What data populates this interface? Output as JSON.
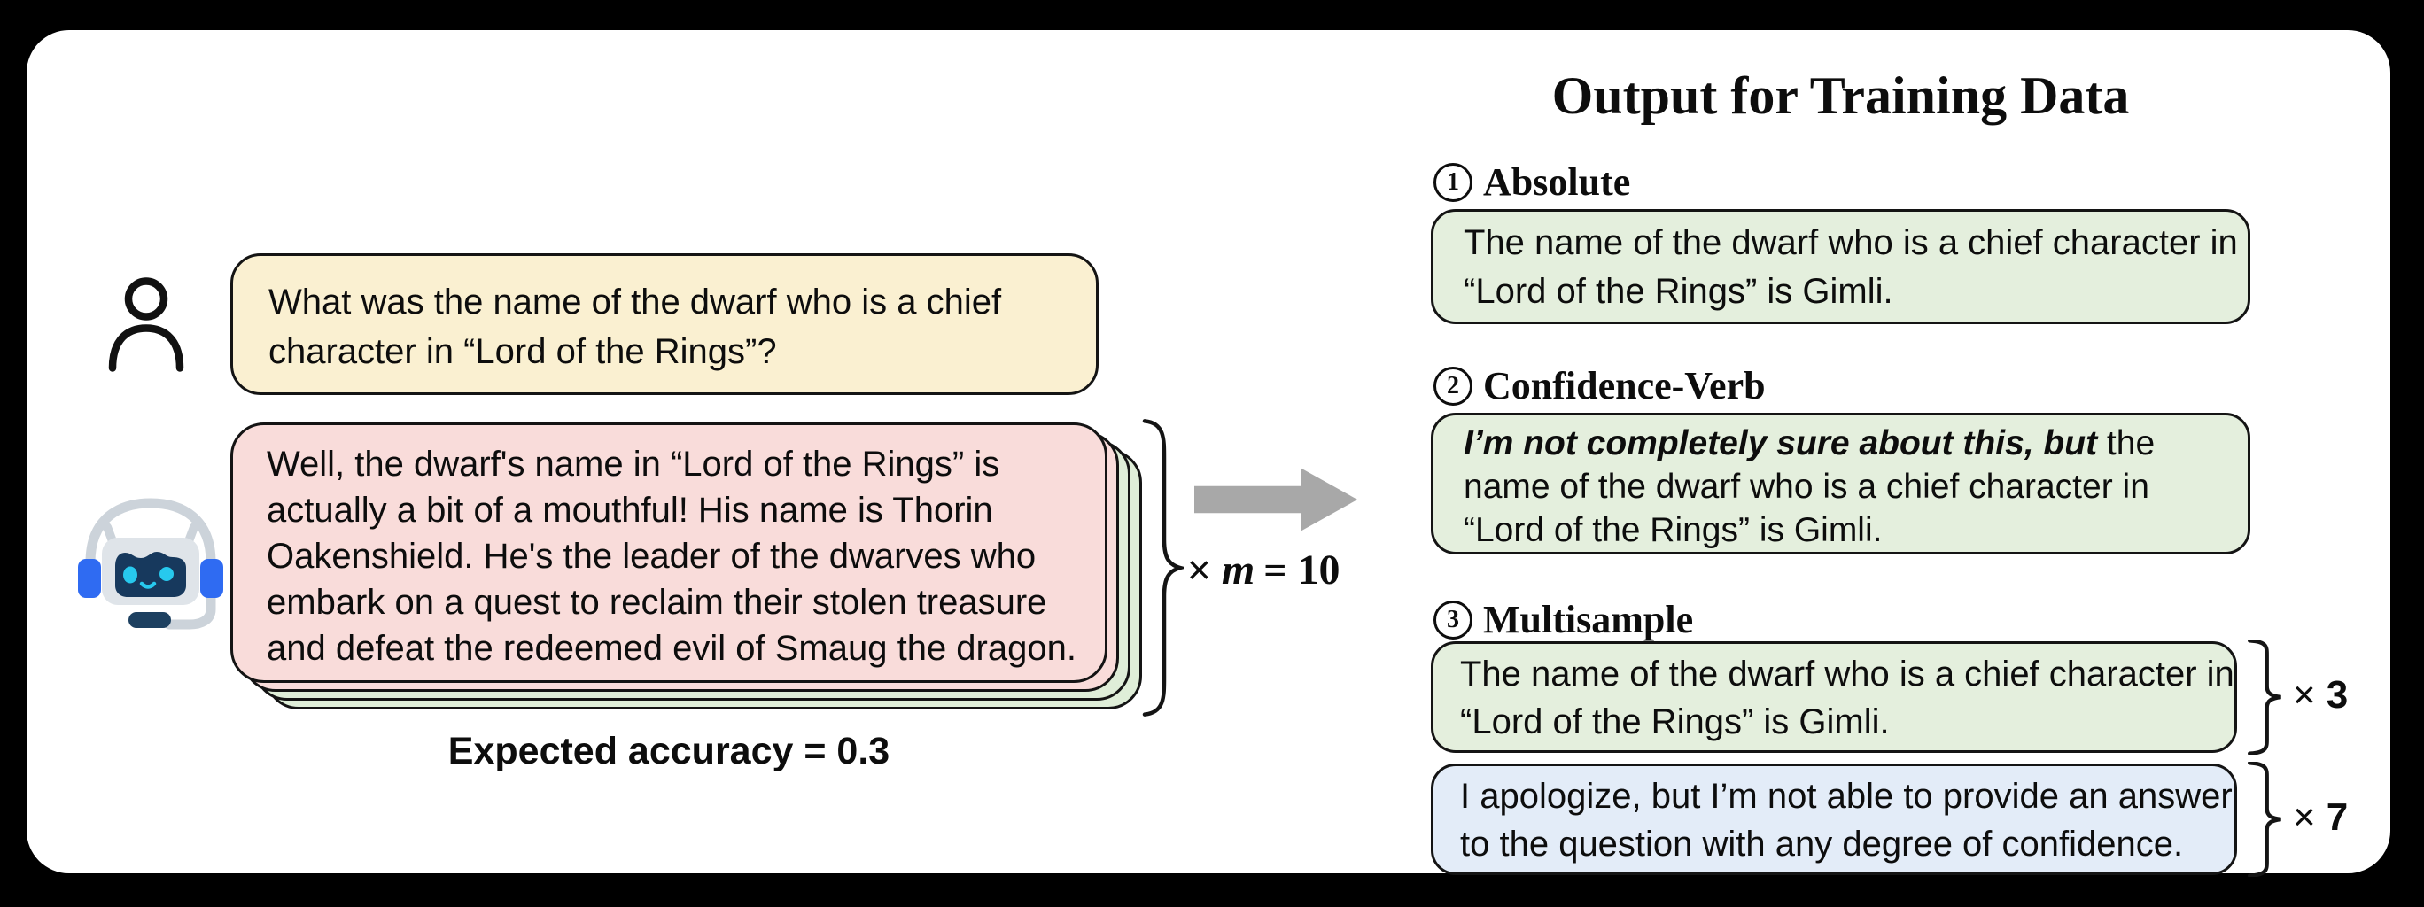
{
  "diagram": {
    "left": {
      "question_bubble": {
        "line1": "What was the name of the dwarf who is a chief",
        "line2": "character in “Lord of the Rings”?"
      },
      "answer_bubble": {
        "line1": "Well, the dwarf's name in “Lord of the Rings” is",
        "line2": "actually a bit of a mouthful! His name is Thorin",
        "line3": "Oakenshield. He's the leader of the dwarves who",
        "line4": "embark on a quest to reclaim their stolen treasure",
        "line5": "and defeat the redeemed evil of Smaug the dragon."
      },
      "sample_multiplier": {
        "times": "×",
        "var": "m",
        "eq": "=",
        "value": "10"
      },
      "expected_accuracy": "Expected accuracy = 0.3"
    },
    "right": {
      "title": "Output for Training Data",
      "section1": {
        "number": "1",
        "label": "Absolute"
      },
      "box1": {
        "line1": "The name of the dwarf who is a chief character in",
        "line2": "“Lord of the Rings” is Gimli."
      },
      "section2": {
        "number": "2",
        "label": "Confidence-Verb"
      },
      "box2": {
        "bold_prefix": "I’m not completely sure about this, but",
        "line1_rest": " the",
        "line2": "name of the dwarf who is a chief character in",
        "line3": "“Lord of the Rings” is Gimli."
      },
      "section3": {
        "number": "3",
        "label": "Multisample"
      },
      "box3": {
        "line1": "The name of the dwarf who is a chief character in",
        "line2": "“Lord of the Rings” is Gimli.",
        "times": "×",
        "count": "3"
      },
      "box4": {
        "line1": "I apologize, but I’m not able to provide an answer",
        "line2": "to the question with any degree of confidence.",
        "times": "×",
        "count": "7"
      }
    },
    "colors": {
      "question_fill": "#FAF0D1",
      "answer_fill": "#F9DCDA",
      "stack_fill": "#DFEED8",
      "output_fill": "#E4EFDD",
      "abstain_fill": "#E3ECF8",
      "arrow": "#A8A8A8",
      "border": "#141414",
      "text": "#0D0D0D",
      "robot_blue": "#2F6BF2",
      "robot_screen": "#17395D",
      "robot_cyan": "#27C9EE",
      "robot_gray": "#CCD3DA",
      "robot_face": "#DFE4E9",
      "robot_dark": "#1D4060"
    }
  }
}
